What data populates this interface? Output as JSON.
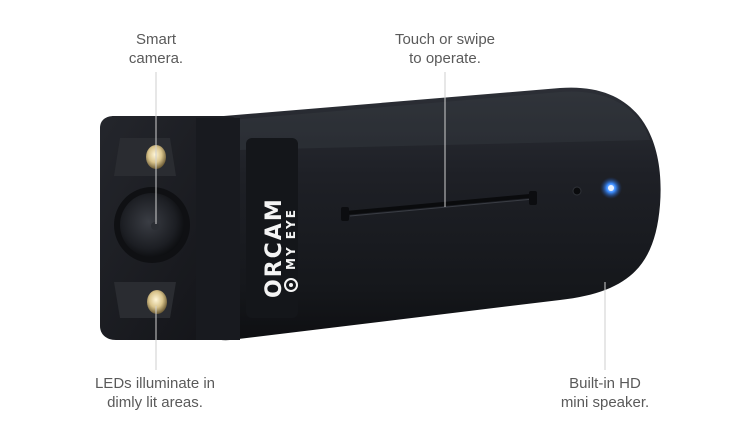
{
  "callouts": {
    "camera": {
      "line1": "Smart",
      "line2": "camera."
    },
    "touch": {
      "line1": "Touch or swipe",
      "line2": "to operate."
    },
    "leds": {
      "line1": "LEDs illuminate in",
      "line2": "dimly lit areas."
    },
    "speaker": {
      "line1": "Built-in HD",
      "line2": "mini speaker."
    }
  },
  "brand": {
    "line1": "ORCAM",
    "line2": "MY EYE"
  },
  "colors": {
    "body": "#1b1d22",
    "indicator": "#3b8cff",
    "led": "#e8d7a0",
    "callout_text": "#5a5a5a",
    "leader_line": "#cfcfcf"
  }
}
